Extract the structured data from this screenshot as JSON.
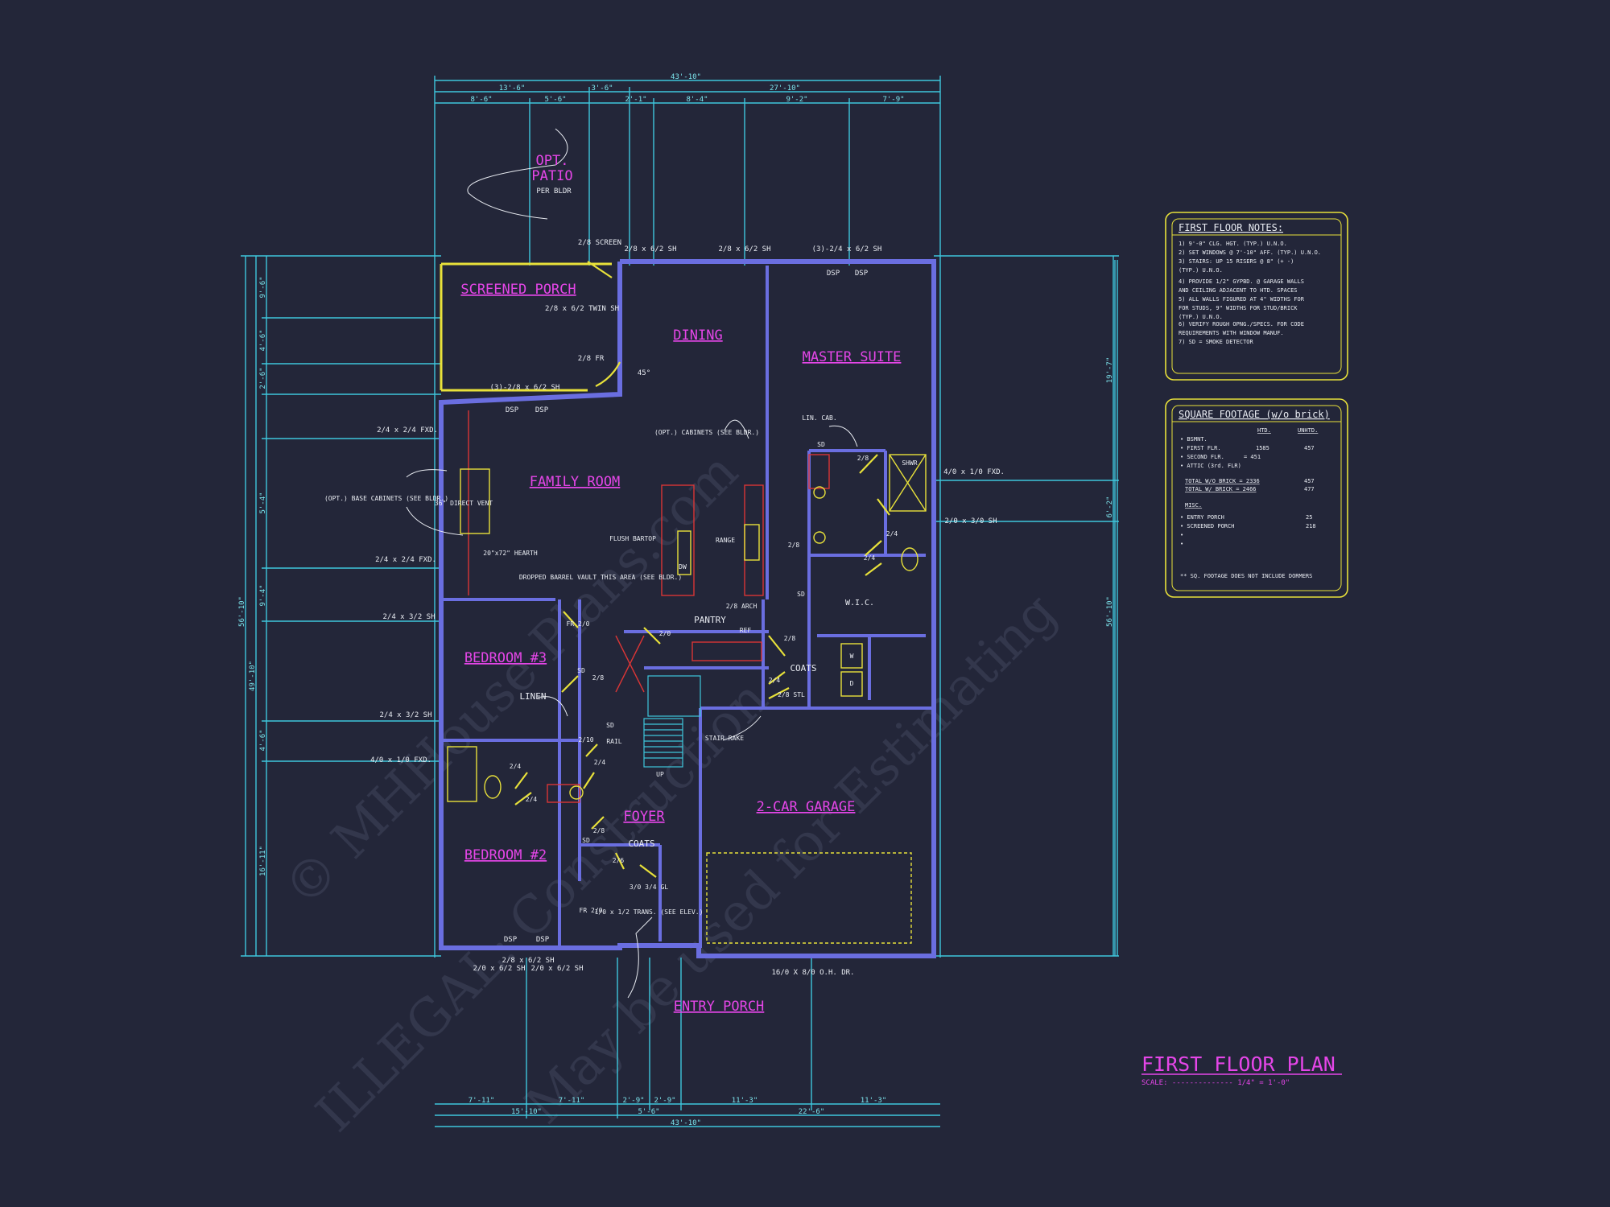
{
  "drawing": {
    "title": "FIRST FLOOR PLAN",
    "scale_text": "SCALE: -------------- 1/4\" = 1'-0\"",
    "watermark": [
      "© MHHouse Plans.com",
      "ILLEGAL: Construction",
      "May be used for Estimating"
    ]
  },
  "rooms": {
    "opt_patio": "OPT. PATIO",
    "opt_patio_line1": "OPT.",
    "opt_patio_line2": "PATIO",
    "per_bldr": "PER BLDR",
    "screened_porch": "SCREENED PORCH",
    "dining": "DINING",
    "master_suite": "MASTER SUITE",
    "family_room": "FAMILY ROOM",
    "bedroom3": "BEDROOM #3",
    "bedroom2": "BEDROOM #2",
    "foyer": "FOYER",
    "garage": "2-CAR GARAGE",
    "entry_porch": "ENTRY PORCH"
  },
  "notes_box": {
    "title": "FIRST FLOOR NOTES:",
    "lines": [
      "1) 9'-0\" CLG. HGT. (TYP.) U.N.O.",
      "2) SET WINDOWS @ 7'-10\" AFF. (TYP.) U.N.O.",
      "3) STAIRS: UP 15 RISERS @ 8\" (+ -)",
      "    (TYP.) U.N.O.",
      "4) PROVIDE 1/2\" GYPBD. @ GARAGE WALLS",
      "    AND CEILING ADJACENT TO HTD. SPACES",
      "5) ALL WALLS FIGURED AT 4\" WIDTHS FOR",
      "    FOR STUDS, 9\" WIDTHS FOR STUD/BRICK",
      "    (TYP.) U.N.O.",
      "6) VERIFY ROUGH OPNG./SPECS. FOR CODE",
      "    REQUIREMENTS WITH WINDOW MANUF.",
      "7) SD = SMOKE DETECTOR"
    ]
  },
  "sqft_box": {
    "title": "SQUARE FOOTAGE (w/o brick)",
    "col_htd": "HTD.",
    "col_unhtd": "UNHTD.",
    "rows": [
      {
        "label": "• BSMNT.",
        "htd": "",
        "unhtd": ""
      },
      {
        "label": "• FIRST FLR.",
        "htd": "1585",
        "unhtd": "457"
      },
      {
        "label": "• SECOND FLR.",
        "htd": "= 451",
        "unhtd": ""
      },
      {
        "label": "• ATTIC (3rd. FLR)",
        "htd": "",
        "unhtd": ""
      },
      {
        "label": "TOTAL W/O BRICK  = 2336",
        "htd": "",
        "unhtd": "457"
      },
      {
        "label": "TOTAL W/ BRICK   = 2466",
        "htd": "",
        "unhtd": "477"
      },
      {
        "label": "MISC.",
        "htd": "",
        "unhtd": ""
      },
      {
        "label": "• ENTRY PORCH",
        "htd": "",
        "unhtd": "25"
      },
      {
        "label": "• SCREENED PORCH",
        "htd": "",
        "unhtd": "218"
      },
      {
        "label": "•",
        "htd": "",
        "unhtd": ""
      },
      {
        "label": "•",
        "htd": "",
        "unhtd": ""
      },
      {
        "label": "** SQ. FOOTAGE DOES NOT INCLUDE DORMERS",
        "htd": "",
        "unhtd": ""
      }
    ]
  },
  "dimensions": {
    "top_overall": "43'-10\"",
    "top_row2": [
      "13'-6\"",
      "3'-6\"",
      "27'-10\""
    ],
    "top_row3": [
      "8'-6\"",
      "5'-6\"",
      "2'-1\"",
      "8'-4\"",
      "9'-2\"",
      "7'-9\""
    ],
    "bottom_overall": "43'-10\"",
    "bottom_row2": [
      "15'-10\"",
      "5'-6\"",
      "22'-6\""
    ],
    "bottom_row1": [
      "7'-11\"",
      "7'-11\"",
      "2'-9\"",
      "2'-9\"",
      "11'-3\"",
      "11'-3\""
    ],
    "left_overall": "56'-10\"",
    "left_mid": "49'-10\"",
    "left_segs": [
      "9'-6\"",
      "4'-6\"",
      "2'-6\"",
      "5'-4\"",
      "9'-4\"",
      "4'-6\"",
      "16'-11\""
    ],
    "right_overall": "56'-10\"",
    "right_segs": [
      "19'-7\"",
      "6'-2\""
    ]
  },
  "window_labels": {
    "screen": "2/8 SCREEN",
    "sh1": "2/8 x 6/2 SH",
    "sh2": "2/8 x 6/2 SH",
    "sh3": "(3)-2/4 x 6/2 SH",
    "dsp": "DSP",
    "twin_sh": "2/8 x 6/2 TWIN SH",
    "fr": "2/8 FR",
    "deg45": "45°",
    "fam_sh": "(3)-2/8 x 6/2 SH",
    "fxd1": "2/4 x 2/4 FXD.",
    "fxd2": "2/4 x 2/4 FXD.",
    "sh24": "2/4 x 3/2 SH",
    "sh24b": "2/4 x 3/2 SH",
    "fxd410": "4/0 x 1/0 FXD.",
    "master_fxd": "4/0 x 1/0 FXD.",
    "master_sh": "2/0 x 3/0 SH",
    "bed2_sh1": "2/0 x 6/2 SH",
    "bed2_sh2": "2/8 x 6/2 SH",
    "bed2_sh3": "2/0 x 6/2 SH",
    "garage_door": "16/0 X 8/0 O.H. DR."
  },
  "annotations": {
    "opt_cabinets": "(OPT.) BASE CABINETS (SEE BLDR.)",
    "direct_vent": "36\" DIRECT VENT",
    "hearth": "20\"x72\" HEARTH",
    "opt_cab2": "(OPT.) CABINETS (SEE BLDR.)",
    "lin_cab": "LIN. CAB.",
    "flush_bartop": "FLUSH BARTOP",
    "range": "RANGE",
    "dw": "DW",
    "dropped": "DROPPED BARREL VAULT THIS AREA (SEE BLDR.)",
    "pantry": "PANTRY",
    "ref": "REF",
    "arch": "2/8 ARCH",
    "coats": "COATS",
    "coats2": "COATS",
    "wic": "W.I.C.",
    "shwr": "SHWR",
    "linen": "LINEN",
    "rail": "RAIL",
    "stair_rake": "STAIR RAKE",
    "up": "UP",
    "sd": "SD",
    "fr20": "FR 2/0",
    "trans": "1/0 x 1/2 TRANS. (SEE ELEV.)",
    "gl": "3/0 3/4 GL",
    "door28": "2/8",
    "door24": "2/4",
    "door26": "2/6",
    "door20": "2/0",
    "door210": "2/10",
    "stl": "2/8 STL",
    "wd": "W",
    "d": "D",
    "fr_small": "FR 2/0"
  },
  "colors": {
    "background": "#232639",
    "dimension": "#3ec6dc",
    "wall": "#6a6ee0",
    "room_label": "#e546e8",
    "yellow": "#e8e13a",
    "white": "#e9ecf2",
    "red": "#d93636",
    "cyan_light": "#7de6ee"
  }
}
